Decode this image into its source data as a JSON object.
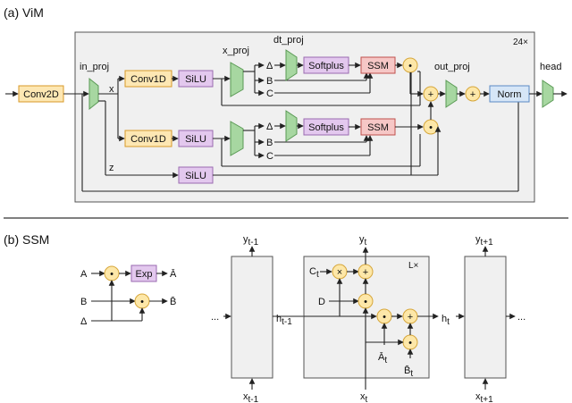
{
  "colors": {
    "orange_fill": "#fde7b3",
    "orange_stroke": "#d89a2a",
    "purple_fill": "#e3c8ee",
    "purple_stroke": "#9a6ab0",
    "red_fill": "#f6c7c6",
    "red_stroke": "#c0504d",
    "blue_fill": "#d6e6f7",
    "blue_stroke": "#5b8ac5",
    "green_fill": "#a7d7a1",
    "green_stroke": "#5a9a55",
    "circle_fill": "#fde7a8",
    "circle_stroke": "#d6a63a",
    "panel_fill": "#f0f0f0",
    "panel_stroke": "#555555"
  },
  "vim": {
    "section_label": "(a)  ViM",
    "repeat_label": "24×",
    "conv2d": "Conv2D",
    "in_proj": "in_proj",
    "x": "x",
    "z": "z",
    "conv1d_top": "Conv1D",
    "conv1d_bottom": "Conv1D",
    "silu_top": "SiLU",
    "silu_bottom": "SiLU",
    "silu_z": "SiLU",
    "x_proj": "x_proj",
    "dt_proj": "dt_proj",
    "delta_top": "Δ",
    "b_top": "B",
    "c_top": "C",
    "delta_bottom": "Δ",
    "b_bottom": "B",
    "c_bottom": "C",
    "softplus_top": "Softplus",
    "softplus_bottom": "Softplus",
    "ssm_top": "SSM",
    "ssm_bottom": "SSM",
    "out_proj": "out_proj",
    "norm": "Norm",
    "head": "head",
    "mul": "•",
    "add": "+"
  },
  "ssm": {
    "section_label": "(b)  SSM",
    "a": "A",
    "b": "B",
    "delta": "Δ",
    "exp": "Exp",
    "a_bar": "Ā",
    "b_bar": "B̄",
    "mul": "•",
    "add": "+",
    "cross": "×",
    "y_prev": "y",
    "y_prev_sub": "t-1",
    "y_cur": "y",
    "y_cur_sub": "t",
    "y_next": "y",
    "y_next_sub": "t+1",
    "x_prev": "x",
    "x_prev_sub": "t-1",
    "x_cur": "x",
    "x_cur_sub": "t",
    "x_next": "x",
    "x_next_sub": "t+1",
    "h_prev": "h",
    "h_prev_sub": "t-1",
    "h_cur": "h",
    "h_cur_sub": "t",
    "c_t": "C",
    "c_t_sub": "t",
    "d": "D",
    "a_t": "Ā",
    "a_t_sub": "t",
    "b_t": "B̄",
    "b_t_sub": "t",
    "repeat_label": "L×",
    "ellipsis_left": "...",
    "ellipsis_right": "..."
  }
}
